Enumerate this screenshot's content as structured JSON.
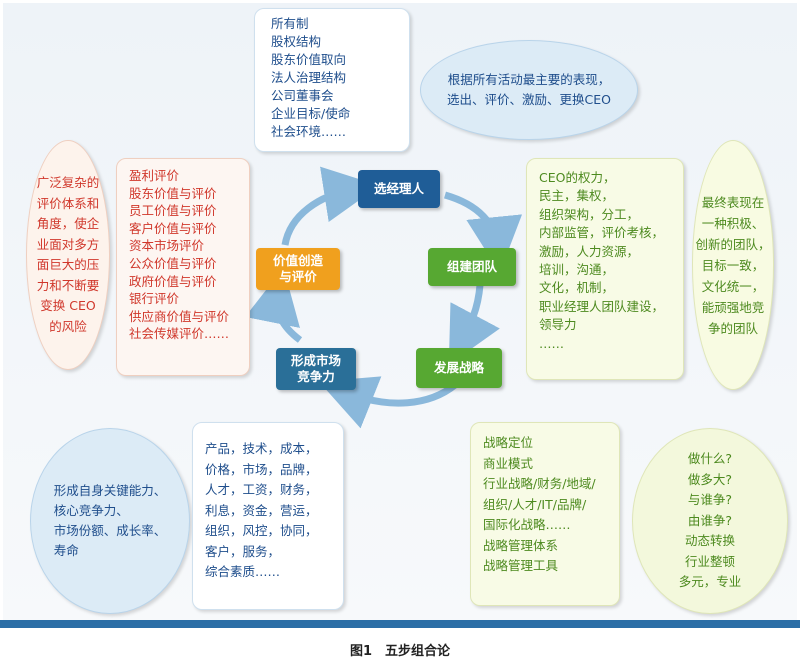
{
  "top_box": [
    "所有制",
    "股权结构",
    "股东价值取向",
    "法人治理结构",
    "公司董事会",
    "企业目标/使命",
    "社会环境……"
  ],
  "top_right_ellipse": [
    "根据所有活动最主要的表现，",
    "选出、评价、激励、更换CEO"
  ],
  "left_ellipse": [
    "广泛复杂的",
    "评价体系和",
    "角度，使企",
    "业面对多方",
    "面巨大的压",
    "力和不断要",
    "变换 CEO",
    "的风险"
  ],
  "left_box": [
    "盈利评价",
    "股东价值与评价",
    "员工价值与评价",
    "客户价值与评价",
    "资本市场评价",
    "公众价值与评价",
    "政府价值与评价",
    "银行评价",
    "供应商价值与评价",
    "社会传媒评价……"
  ],
  "right_box": [
    "CEO的权力，",
    "民主，集权，",
    "组织架构，分工，",
    "内部监管，评价考核，",
    "激励，人力资源，",
    "培训，沟通，",
    "文化，机制，",
    "职业经理人团队建设，",
    "领导力",
    "……"
  ],
  "right_ellipse": [
    "最终表现在",
    "一种积极、",
    "创新的团队，",
    "目标一致，",
    "文化统一，",
    "能顽强地竞",
    "争的团队"
  ],
  "bottom_left_ellipse": [
    "形成自身关键能力、",
    "核心竞争力、",
    "市场份额、成长率、",
    "寿命"
  ],
  "bottom_mid_box": [
    "产品，技术，成本，",
    "价格，市场，品牌，",
    "人才，工资，财务，",
    "利息，资金，营运，",
    "组织，风控，协同，",
    "客户，服务，",
    "综合素质……"
  ],
  "bottom_right_box": [
    "战略定位",
    "商业模式",
    "行业战略/财务/地域/",
    "组织/人才/IT/品牌/",
    "国际化战略……",
    "战略管理体系",
    "战略管理工具"
  ],
  "bottom_right_ellipse": [
    "做什么?",
    "做多大?",
    "与谁争?",
    "由谁争?",
    "动态转换",
    "行业整顿",
    "多元，专业"
  ],
  "steps": {
    "select": "选经理人",
    "team": "组建团队",
    "strategy": "发展战略",
    "compete": [
      "形成市场",
      "竞争力"
    ],
    "value": [
      "价值创造",
      "与评价"
    ]
  },
  "caption": "图1　五步组合论",
  "colors": {
    "step_blue": "#1f5d97",
    "step_green": "#57a832",
    "step_orange": "#f0a01e",
    "step_teal": "#2a6f98",
    "cycle_arrow": "#8ab8db"
  }
}
